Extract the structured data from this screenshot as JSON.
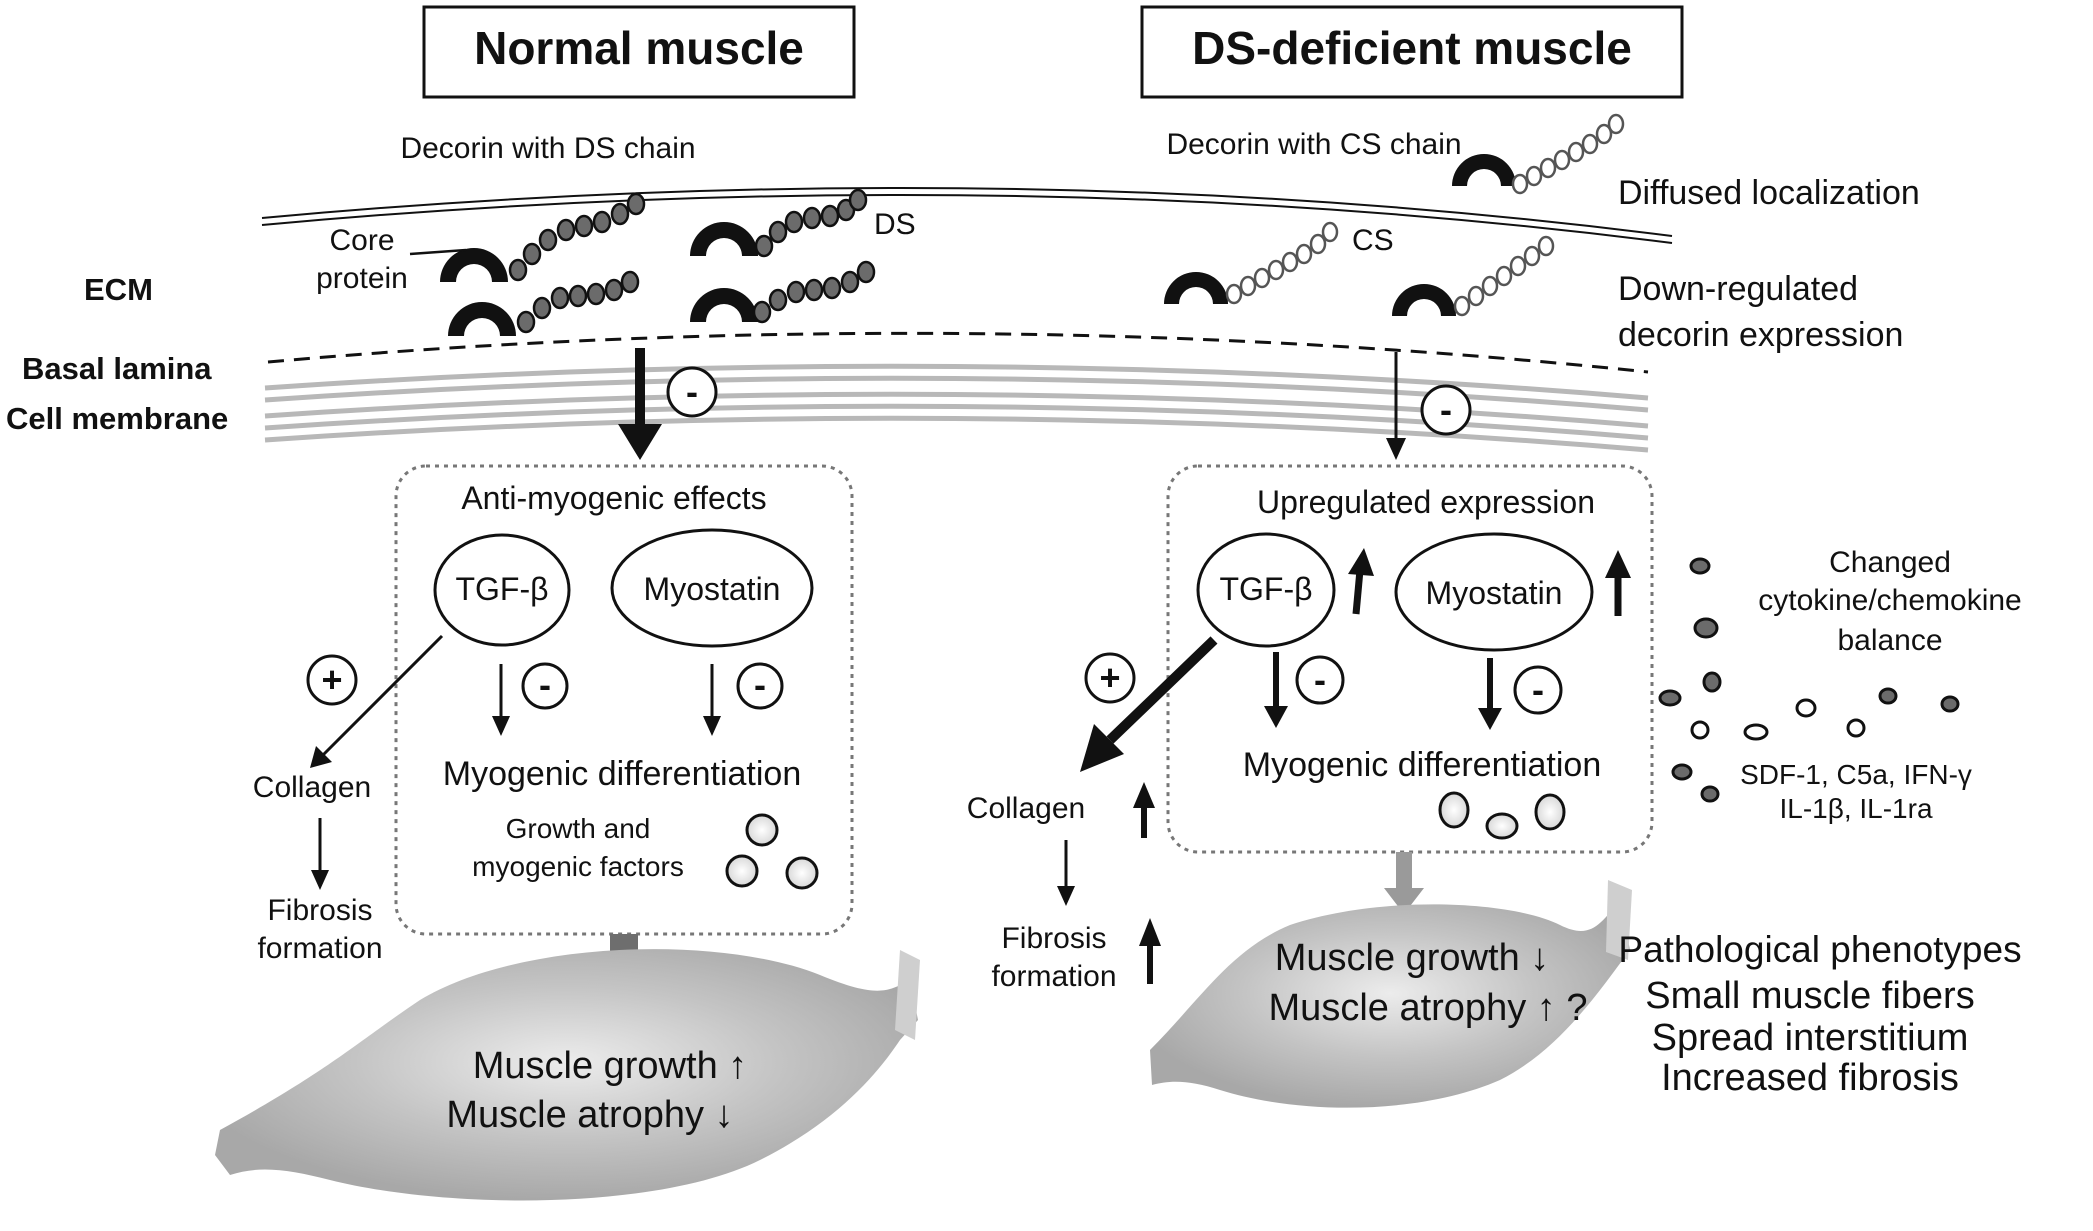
{
  "normal": {
    "title": "Normal muscle",
    "decorin_label": "Decorin with DS chain",
    "core_label_1": "Core",
    "core_label_2": "protein",
    "chain_label": "DS",
    "box_title": "Anti-myogenic effects",
    "tgf": "TGF-β",
    "myostatin": "Myostatin",
    "myogenic": "Myogenic differentiation",
    "factors_1": "Growth and",
    "factors_2": "myogenic factors",
    "collagen": "Collagen",
    "fibrosis_1": "Fibrosis",
    "fibrosis_2": "formation",
    "outcome_1": "Muscle growth ↑",
    "outcome_2": "Muscle atrophy ↓"
  },
  "deficient": {
    "title": "DS-deficient muscle",
    "decorin_label": "Decorin with CS chain",
    "chain_label": "CS",
    "box_title": "Upregulated expression",
    "tgf": "TGF-β",
    "myostatin": "Myostatin",
    "myogenic": "Myogenic differentiation",
    "collagen": "Collagen",
    "fibrosis_1": "Fibrosis",
    "fibrosis_2": "formation",
    "outcome_1": "Muscle growth ↓",
    "outcome_2": "Muscle atrophy ↑ ?"
  },
  "side_notes": {
    "diffused": "Diffused localization",
    "downreg_1": "Down-regulated",
    "downreg_2": "decorin expression",
    "cytokine_1": "Changed",
    "cytokine_2": "cytokine/chemokine",
    "cytokine_3": "balance",
    "cytokine_list_1": "SDF-1, C5a, IFN-γ",
    "cytokine_list_2": "IL-1β, IL-1ra",
    "pheno_title": "Pathological phenotypes",
    "pheno_1": "Small muscle fibers",
    "pheno_2": "Spread interstitium",
    "pheno_3": "Increased fibrosis"
  },
  "layers": {
    "ecm": "ECM",
    "basal_lamina": "Basal lamina",
    "cell_membrane": "Cell membrane"
  },
  "signs": {
    "plus": "+",
    "minus": "-"
  },
  "colors": {
    "ds_bead": "#6b6b6b",
    "cs_bead": "#ffffff",
    "membrane": "#b8b8b8",
    "muscle": "#bdbdbd",
    "gray_arrow": "#6e6e6e"
  }
}
